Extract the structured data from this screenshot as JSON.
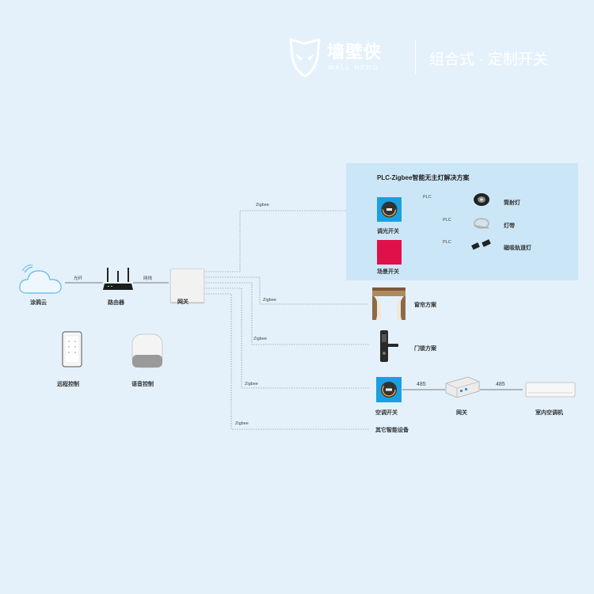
{
  "brand": {
    "name_cn": "墙壁侠",
    "name_en": "WALL HERO",
    "tagline": "组合式 · 定制开关",
    "logo_icon": "alien-head-icon"
  },
  "panel": {
    "title": "PLC-Zigbee智能无主灯解决方案"
  },
  "nodes": {
    "cloud": "涂鸦云",
    "router": "路由器",
    "gateway": "网关",
    "remote": "远程控制",
    "voice": "语音控制",
    "dimmer": "调光开关",
    "scene": "场景开关",
    "spotlight": "筒射灯",
    "strip": "灯带",
    "track": "磁吸轨道灯",
    "curtain": "窗帘方案",
    "lock": "门锁方案",
    "ac_switch": "空调开关",
    "gateway2": "网关",
    "ac_indoor": "室内空调机",
    "other": "其它智能设备"
  },
  "edges": {
    "cloud_router": "光纤",
    "router_gateway": "网线",
    "zigbee_panel": "Zigbee",
    "zigbee_curtain": "Zigbee",
    "zigbee_lock": "Zigbee",
    "zigbee_ac": "Zigbee",
    "zigbee_other": "Zigbee",
    "plc1": "PLC",
    "plc2": "PLC",
    "plc3": "PLC",
    "rs485_a": "485",
    "rs485_b": "485"
  },
  "colors": {
    "background": "#e4f1fb",
    "panel": "#cbe6f7",
    "scene_switch": "#e0104a",
    "dimmer_switch": "#1c9fe0"
  }
}
